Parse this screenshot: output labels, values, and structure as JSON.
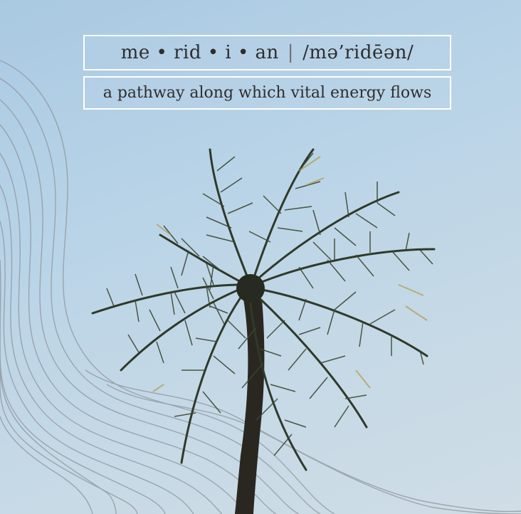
{
  "header": {
    "word": "me • rid • i • an",
    "separator": "|",
    "pronunciation": "/mə’ridēən/",
    "definition": "a pathway along which vital energy flows"
  },
  "colors": {
    "sky_top": "#a9c9e2",
    "sky_bottom": "#cfdde6",
    "line_color": "#8d949b",
    "frame_color": "#ffffff",
    "text_color": "#2e2e2e",
    "frond_dark": "#2f3a2a",
    "frond_light": "#b39a4a",
    "trunk": "#2a2721"
  },
  "icons": [
    "palm-tree-image",
    "wave-lines-decoration"
  ]
}
